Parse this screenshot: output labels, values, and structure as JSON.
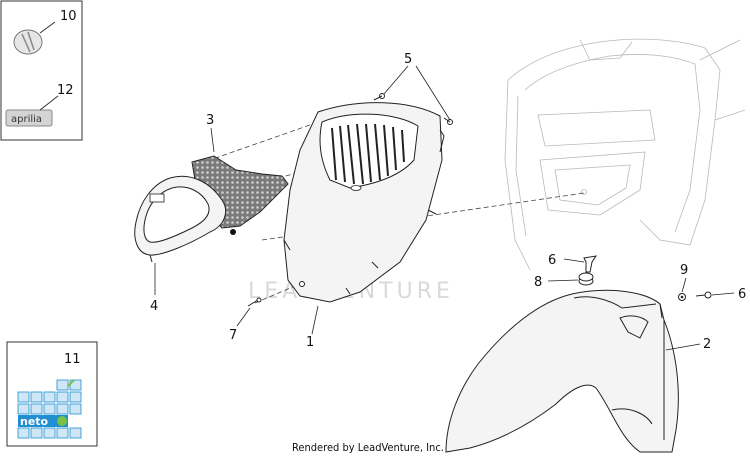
{
  "callouts": {
    "c1": "1",
    "c2": "2",
    "c3": "3",
    "c4": "4",
    "c5": "5",
    "c6a": "6",
    "c6b": "6",
    "c7": "7",
    "c8": "8",
    "c9": "9",
    "c10": "10",
    "c11": "11",
    "c12": "12"
  },
  "brand_badge": "aprilia",
  "neto_label": "neto",
  "watermark": "LEADVENTURE",
  "credit": "Rendered by LeadVenture, Inc.",
  "colors": {
    "line": "#222222",
    "faint": "#b9b9b9",
    "neto_blue": "#1f8fd0",
    "neto_green": "#7cc242"
  }
}
